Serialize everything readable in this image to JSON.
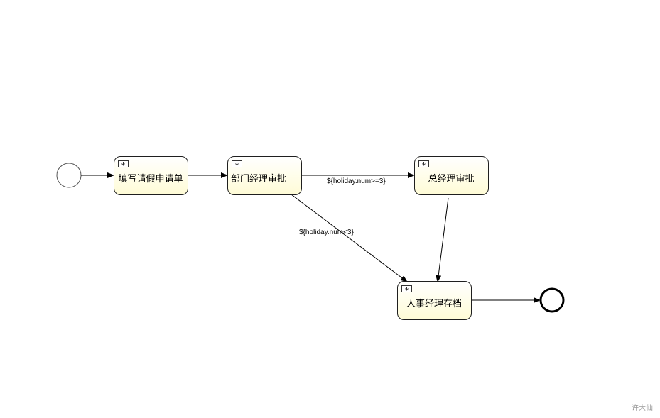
{
  "diagram": {
    "events": {
      "start": {},
      "end": {}
    },
    "tasks": [
      {
        "label": "填写请假申请单",
        "icon": "user-task-icon"
      },
      {
        "label": "部门经理审批",
        "icon": "user-task-icon"
      },
      {
        "label": "总经理审批",
        "icon": "user-task-icon"
      },
      {
        "label": "人事经理存档",
        "icon": "user-task-icon"
      }
    ],
    "flows": {
      "to_general_manager": "${holiday.num>=3}",
      "to_hr_manager": "${holiday.num<3}"
    },
    "colors": {
      "task_fill_top": "#ffffff",
      "task_fill_bottom": "#fffcd6",
      "stroke": "#1f1f1f"
    }
  },
  "watermark": "许大仙"
}
